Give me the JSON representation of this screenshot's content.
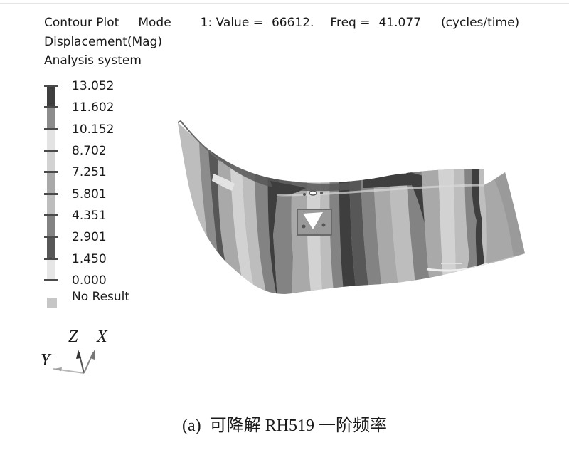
{
  "header": {
    "plot_type": "Contour Plot",
    "mode_label": "Mode",
    "mode_value": "1: Value =",
    "eigenvalue": "66612.",
    "freq_label": "Freq =",
    "freq_value": "41.077",
    "freq_unit": "(cycles/time)",
    "result_type": "Displacement(Mag)",
    "coordinate_system": "Analysis system"
  },
  "legend": {
    "values": [
      "13.052",
      "11.602",
      "10.152",
      "8.702",
      "7.251",
      "5.801",
      "4.351",
      "2.901",
      "1.450",
      "0.000"
    ],
    "band_colors": [
      "#3e3e3e",
      "#8c8c8c",
      "#e3e3e3",
      "#d2d2d2",
      "#a9a9a9",
      "#bdbdbd",
      "#838383",
      "#575757",
      "#e6e6e6"
    ],
    "no_result_label": "No Result",
    "no_result_color": "#c6c6c6"
  },
  "triad": {
    "z_label": "Z",
    "x_label": "X",
    "y_label": "Y"
  },
  "caption": {
    "text": "(a)  可降解 RH519 一阶频率"
  },
  "chart_data": {
    "type": "heatmap",
    "title": "Contour Plot Mode 1: Value = 66612. Freq = 41.077 (cycles/time)",
    "subtitle": "Displacement(Mag) — Analysis system",
    "legend_levels": [
      13.052,
      11.602,
      10.152,
      8.702,
      7.251,
      5.801,
      4.351,
      2.901,
      1.45,
      0.0
    ],
    "legend_position": "left",
    "mode": 1,
    "eigenvalue": 66612,
    "frequency": 41.077,
    "frequency_unit": "cycles/time",
    "caption": "(a) 可降解 RH519 一阶频率"
  }
}
